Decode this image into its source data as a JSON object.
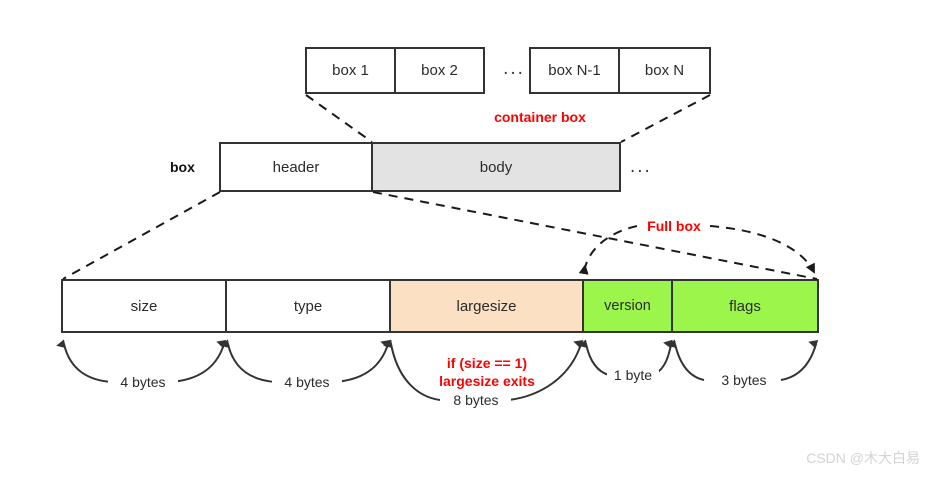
{
  "diagram": {
    "title": "ISO BMFF box structure diagram",
    "colors": {
      "stroke": "#333333",
      "body_fill": "#e3e3e3",
      "largesize_fill": "#fbe0c4",
      "green_fill": "#9cf54a",
      "annotation_red": "#ff0000",
      "text": "#2b2b2b",
      "watermark": "#d3d3d3",
      "background": "#ffffff"
    },
    "container_row": {
      "label": "container box",
      "ellipsis": "...",
      "cells": [
        {
          "label": "box 1"
        },
        {
          "label": "box 2"
        },
        {
          "label": "box N-1"
        },
        {
          "label": "box N"
        }
      ]
    },
    "box_row": {
      "side_label": "box",
      "ellipsis": "...",
      "cells": [
        {
          "label": "header"
        },
        {
          "label": "body"
        }
      ]
    },
    "field_row": {
      "cells": [
        {
          "label": "size"
        },
        {
          "label": "type"
        },
        {
          "label": "largesize"
        },
        {
          "label": "version"
        },
        {
          "label": "flags"
        }
      ]
    },
    "annotations": {
      "full_box": "Full box",
      "condition_line1": "if (size == 1)",
      "condition_line2": "largesize exits",
      "sizes": [
        {
          "label": "4 bytes"
        },
        {
          "label": "4 bytes"
        },
        {
          "label": "8 bytes"
        },
        {
          "label": "1 byte"
        },
        {
          "label": "3 bytes"
        }
      ]
    },
    "watermark": "CSDN @木大白易"
  }
}
